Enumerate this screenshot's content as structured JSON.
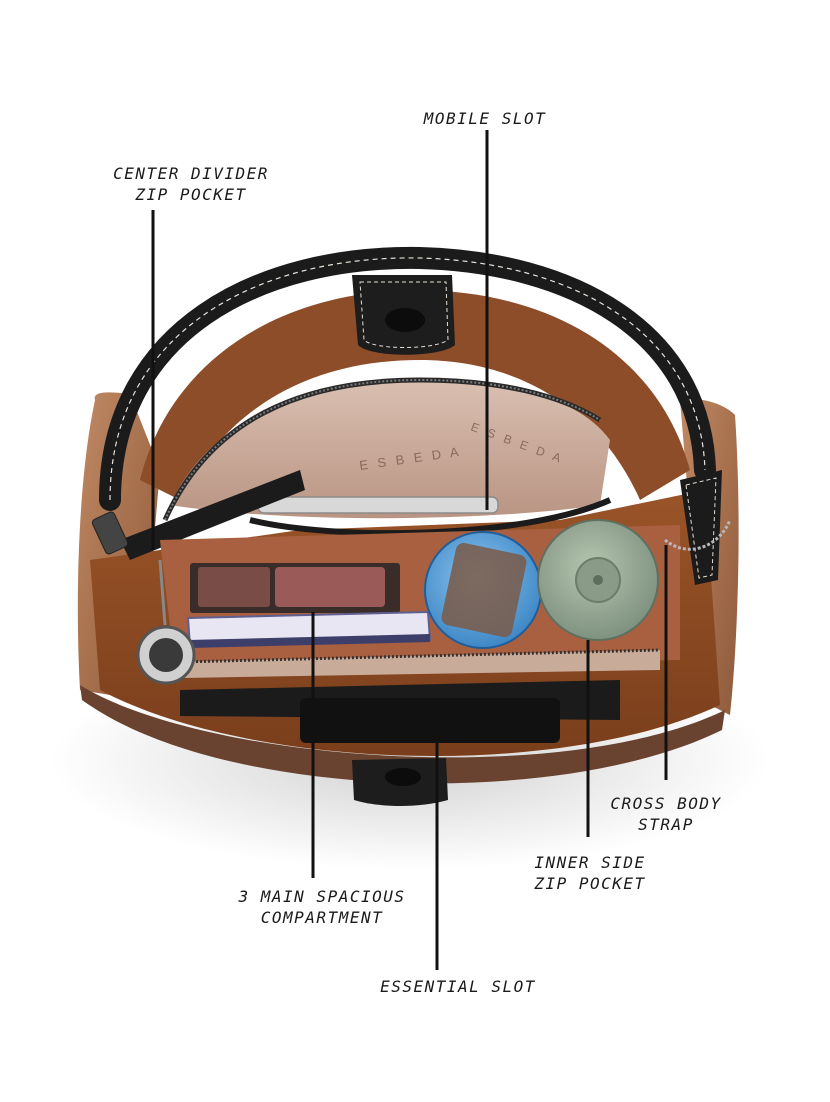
{
  "brand": "ESBEDA",
  "callouts": {
    "mobile_slot": "MOBILE SLOT",
    "center_divider": "CENTER DIVIDER\nZIP POCKET",
    "main_compartment": "3 MAIN SPACIOUS\nCOMPARTMENT",
    "essential_slot": "ESSENTIAL SLOT",
    "inner_side_zip": "INNER SIDE\nZIP POCKET",
    "cross_body_strap": "CROSS BODY\nSTRAP"
  },
  "colors": {
    "leather_tan": "#a8714e",
    "leather_inner": "#8a4a24",
    "trim_black": "#1b1b1b",
    "lining": "#c9ab9a",
    "compact_blue": "#5fa6dd",
    "compact_green": "#9fb09b",
    "line": "#111111"
  }
}
